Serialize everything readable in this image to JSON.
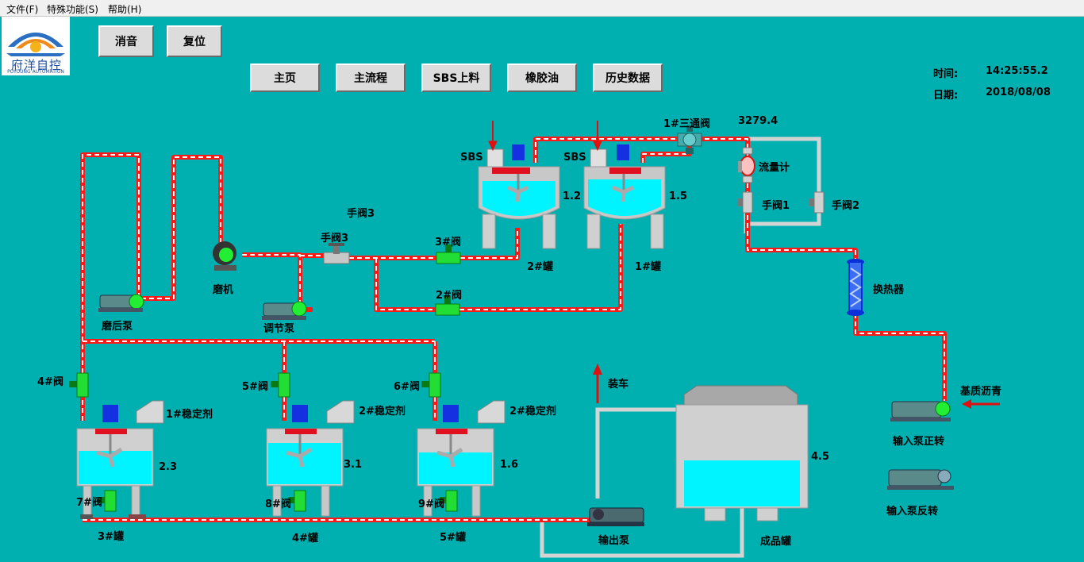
{
  "menu": [
    "文件(F)",
    "特殊功能(S)",
    "帮助(H)"
  ],
  "logo": {
    "name_cn": "府洋自控",
    "name_en": "POYOUNG AUTOMATION"
  },
  "control_buttons": {
    "silence": "消音",
    "reset": "复位"
  },
  "nav_buttons": [
    "主页",
    "主流程",
    "SBS上料",
    "橡胶油",
    "历史数据"
  ],
  "time": {
    "label": "时间:",
    "value": "14:25:55.2"
  },
  "date": {
    "label": "日期:",
    "value": "2018/08/08"
  },
  "colors": {
    "background": "#00b0b0",
    "pipe": "#ff2020",
    "liquid": "#00f0ff",
    "valve": "#33dd33"
  },
  "tanks": {
    "tank2": {
      "name": "2#罐",
      "level": "1.2",
      "sbs": "SBS"
    },
    "tank1": {
      "name": "1#罐",
      "level": "1.5",
      "sbs": "SBS"
    },
    "tank3": {
      "name": "3#罐",
      "level": "2.3",
      "stabilizer": "1#稳定剂"
    },
    "tank4": {
      "name": "4#罐",
      "level": "3.1",
      "stabilizer": "2#稳定剂"
    },
    "tank5": {
      "name": "5#罐",
      "level": "1.6",
      "stabilizer": "2#稳定剂"
    },
    "product": {
      "name": "成品罐",
      "level": "4.5"
    }
  },
  "valves": {
    "three_way": "1#三通阀",
    "flow_value": "3279.4",
    "flowmeter": "流量计",
    "hand1": "手阀1",
    "hand2": "手阀2",
    "hand3_top": "手阀3",
    "hand3": "手阀3",
    "v3": "3#阀",
    "v2": "2#阀",
    "v4": "4#阀",
    "v5": "5#阀",
    "v6": "6#阀",
    "v7": "7#阀",
    "v8": "8#阀",
    "v9": "9#阀"
  },
  "equipment": {
    "mill": "磨机",
    "after_mill_pump": "磨后泵",
    "regulating_pump": "调节泵",
    "heat_exchanger": "换热器",
    "base_asphalt": "基质沥青",
    "input_pump_fwd": "输入泵正转",
    "input_pump_rev": "输入泵反转",
    "output_pump": "输出泵",
    "loading": "装车"
  }
}
